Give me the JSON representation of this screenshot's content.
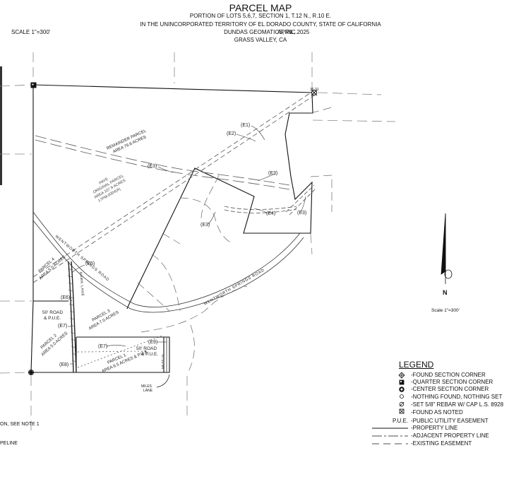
{
  "header": {
    "title": "PARCEL MAP",
    "line1": "PORTION OF LOTS 5,6,7, SECTION 1, T.12 N., R.10 E.",
    "line2": "IN THE UNINCORPORATED TERRITORY OF EL DORADO COUNTY, STATE OF CALIFORNIA",
    "line3": "DUNDAS GEOMATICS, INC.",
    "line4": "GRASS VALLEY, CA",
    "scale": "SCALE 1\"=300'",
    "date": "APRIL, 2025"
  },
  "map": {
    "corner_label": "36 31",
    "easements": {
      "e1": "(E1)",
      "e2": "(E2)",
      "e3": "(E3)",
      "e4": "(E4)",
      "e5": "(E5)",
      "e6": "(E6)",
      "e7": "(E7)",
      "e8": "(E8)",
      "e9": "(E9)"
    },
    "remainder": {
      "l1": "REMAINDER PARCEL",
      "l2": "AREA 78.6 ACRES"
    },
    "original": {
      "l1": "PAYE",
      "l2": "ORIGINAL PARCEL",
      "l3": "AREA 107.9 ACRES",
      "l4": "17PM-0004(A)"
    },
    "parcel4": {
      "l1": "PARCEL 4",
      "l2": "AREA 5.0 ACRES"
    },
    "parcel3": {
      "l1": "PARCEL 3",
      "l2": "AREA 7.0 ACRES"
    },
    "parcel2": {
      "l1": "PARCEL 2",
      "l2": "AREA 5.0 ACRES"
    },
    "parcel1": {
      "l1": "PARCEL 1",
      "l2": "AREA 6.5 ACRES & P.U.E."
    },
    "road50a": {
      "l1": "50' ROAD",
      "l2": "& P.U.E."
    },
    "road50b": {
      "l1": "50' ROAD",
      "l2": "& P.U.E."
    },
    "road_wentworth1": "WENTWORTH SPRINGS ROAD",
    "road_wentworth2": "WENTWORTH SPRINGS ROAD",
    "road_hawk": "HAWK LANE",
    "road_miles_a": "MILES LN",
    "road_miles_b": {
      "l1": "MILES",
      "l2": "LANE"
    }
  },
  "north_arrow": {
    "letter": "N",
    "scale": "Scale 1\"=300'"
  },
  "legend": {
    "title": "LEGEND",
    "items": [
      {
        "symbol": "found-section-corner-icon",
        "label": "-FOUND SECTION CORNER"
      },
      {
        "symbol": "quarter-section-corner-icon",
        "label": "-QUARTER SECTION CORNER"
      },
      {
        "symbol": "center-section-corner-icon",
        "label": "-CENTER SECTION CORNER"
      },
      {
        "symbol": "nothing-found-icon",
        "label": "-NOTHING FOUND, NOTHING SET"
      },
      {
        "symbol": "set-rebar-icon",
        "label": "-SET 5/8\" REBAR W/ CAP L.S. 8928"
      },
      {
        "symbol": "found-as-noted-icon",
        "label": "-FOUND AS NOTED"
      }
    ],
    "pue_abbr": "P.U.E.",
    "pue_label": "-PUBLIC UTILITY EASEMENT",
    "lines": [
      {
        "style": "solid",
        "label": "-PROPERTY LINE"
      },
      {
        "style": "long-short",
        "label": "-ADJACENT PROPERTY LINE"
      },
      {
        "style": "dashed",
        "label": "-EXISTING EASEMENT"
      }
    ]
  },
  "notes": {
    "note1": "ON, SEE NOTE 1",
    "note2": "PELINE"
  }
}
